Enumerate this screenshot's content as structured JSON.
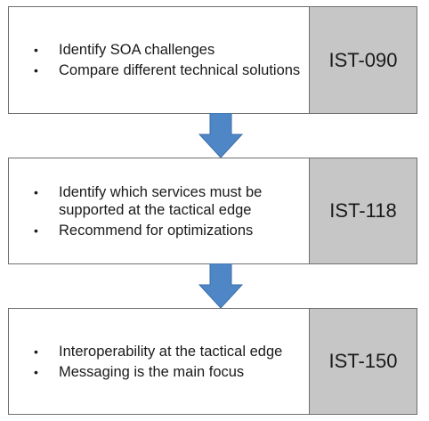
{
  "stages": [
    {
      "bullets": [
        "Identify SOA challenges",
        "Compare different technical solutions"
      ],
      "code": "IST-090"
    },
    {
      "bullets": [
        "Identify which services must be supported at the tactical edge",
        "Recommend for optimizations"
      ],
      "code": "IST-118"
    },
    {
      "bullets": [
        "Interoperability at the tactical edge",
        "Messaging is the main focus"
      ],
      "code": "IST-150"
    }
  ],
  "colors": {
    "box_border": "#6f6f6f",
    "code_fill": "#c6c6c6",
    "arrow_fill": "#4f86c6",
    "arrow_stroke": "#3a6ea8"
  },
  "icons": {
    "connector": "down-arrow-icon",
    "bullet": "bullet-dot"
  }
}
